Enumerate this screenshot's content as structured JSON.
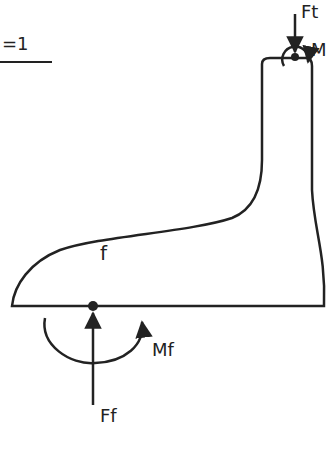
{
  "diagram": {
    "nodes": [
      {
        "text": [
          "f"
        ]
      }
    ],
    "labels": [
      "=1",
      "Ft",
      "M",
      "Mf",
      "Ff"
    ]
  }
}
